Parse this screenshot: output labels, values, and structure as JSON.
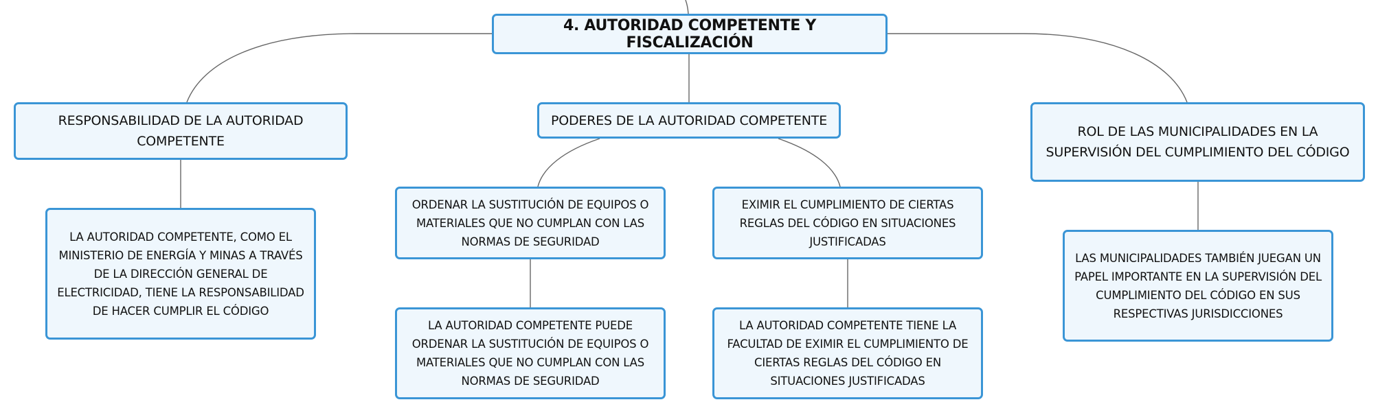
{
  "diagram": {
    "type": "mind-map",
    "root": {
      "label": "4. AUTORIDAD COMPETENTE Y FISCALIZACIÓN"
    },
    "branches": [
      {
        "label": "RESPONSABILIDAD DE LA AUTORIDAD COMPETENTE",
        "children": [
          {
            "label": "LA AUTORIDAD COMPETENTE, COMO EL MINISTERIO DE ENERGÍA Y MINAS A TRAVÉS DE LA DIRECCIÓN GENERAL DE ELECTRICIDAD, TIENE LA RESPONSABILIDAD DE HACER CUMPLIR EL CÓDIGO"
          }
        ]
      },
      {
        "label": "PODERES DE LA AUTORIDAD COMPETENTE",
        "children": [
          {
            "label": "ORDENAR LA SUSTITUCIÓN DE EQUIPOS O MATERIALES QUE NO CUMPLAN CON LAS NORMAS DE SEGURIDAD",
            "children": [
              {
                "label": "LA AUTORIDAD COMPETENTE PUEDE ORDENAR LA SUSTITUCIÓN DE EQUIPOS O MATERIALES QUE NO CUMPLAN CON LAS NORMAS DE SEGURIDAD"
              }
            ]
          },
          {
            "label": "EXIMIR EL CUMPLIMIENTO DE CIERTAS REGLAS DEL CÓDIGO EN SITUACIONES JUSTIFICADAS",
            "children": [
              {
                "label": "LA AUTORIDAD COMPETENTE TIENE LA FACULTAD DE EXIMIR EL CUMPLIMIENTO DE CIERTAS REGLAS DEL CÓDIGO EN SITUACIONES JUSTIFICADAS"
              }
            ]
          }
        ]
      },
      {
        "label": "ROL DE LAS MUNICIPALIDADES EN LA SUPERVISIÓN DEL CUMPLIMIENTO DEL CÓDIGO",
        "children": [
          {
            "label": "LAS MUNICIPALIDADES TAMBIÉN JUEGAN UN PAPEL IMPORTANTE EN LA SUPERVISIÓN DEL CUMPLIMIENTO DEL CÓDIGO EN SUS RESPECTIVAS JURISDICCIONES"
          }
        ]
      }
    ]
  },
  "colors": {
    "node_border": "#3a95d6",
    "node_fill": "#eff7fd",
    "connector": "#666666",
    "text": "#111111"
  }
}
